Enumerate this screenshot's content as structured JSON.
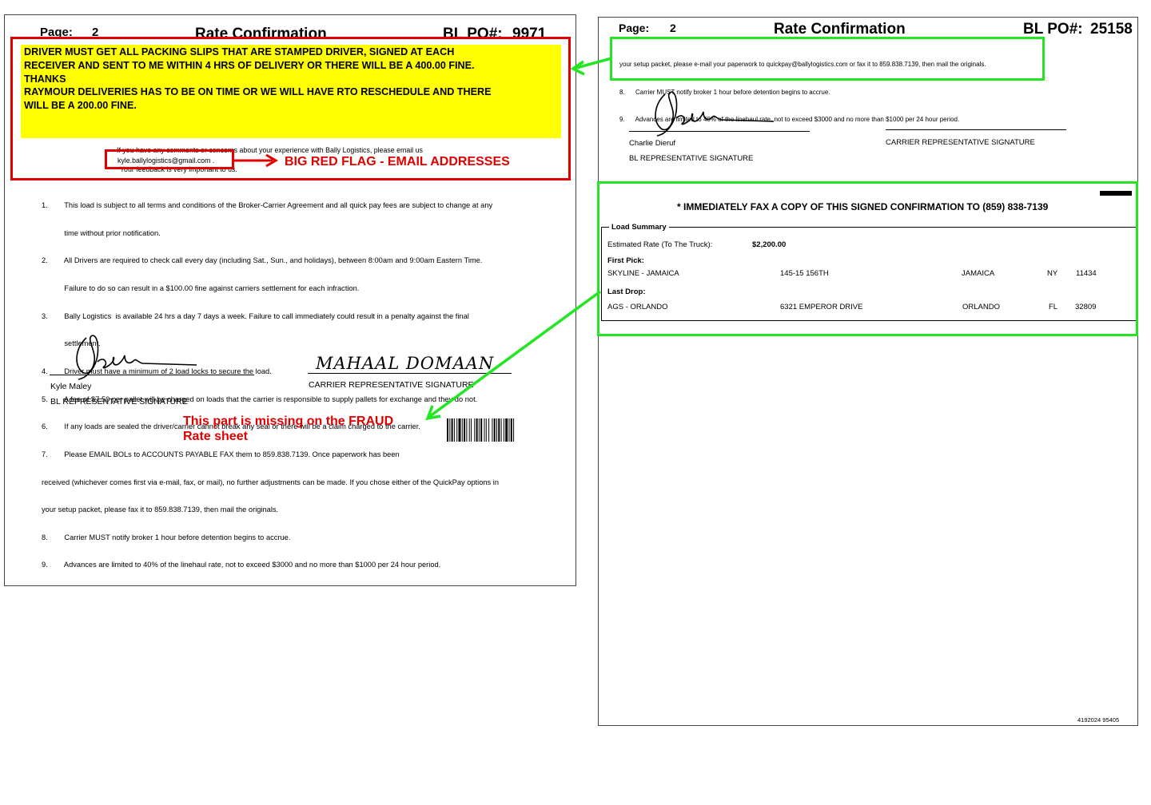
{
  "left_page": {
    "page_label": "Page:",
    "page_number": "2",
    "title": "Rate Confirmation",
    "bl_po_label": "BL PO#:",
    "bl_po_number": "9971",
    "notice_lines": [
      "DRIVER MUST GET ALL PACKING SLIPS THAT ARE STAMPED DRIVER, SIGNED AT EACH",
      "RECEIVER AND SENT TO ME WITHIN 4 HRS OF DELIVERY OR THERE WILL BE A 400.00 FINE.",
      "THANKS",
      "RAYMOUR DELIVERIES HAS TO BE ON TIME OR WE WILL HAVE RTO RESCHEDULE AND THERE",
      "WILL BE A 200.00 FINE."
    ],
    "comments_line": "If you have any comments or concerns about your experience with Bally Logistics, please email us",
    "email": "kyle.ballylogistics@gmail.com .",
    "feedback_line": "Your feedback is very important to us.",
    "terms": [
      "1.        This load is subject to all terms and conditions of the Broker-Carrier Agreement and all quick pay fees are subject to change at any",
      "           time without prior notification.",
      "2.        All Drivers are required to check call every day (including Sat., Sun., and holidays), between 8:00am and 9:00am Eastern Time.",
      "           Failure to do so can result in a $100.00 fine against carriers settlement for each infraction.",
      "3.        Bally Logistics  is available 24 hrs a day 7 days a week. Failure to call immediately could result in a penalty against the final",
      "           settlement.",
      "4.        Driver must have a minimum of 2 load locks to secure the load.",
      "5.        A fee of $7.50 per pallet will be charged on loads that the carrier is responsible to supply pallets for exchange and they do not.",
      "6.        If any loads are sealed the driver/carrier cannot break any seal or there will be a claim charged to the carrier.",
      "7.        Please EMAIL BOLs to ACCOUNTS PAYABLE FAX them to 859.838.7139. Once paperwork has been",
      "received (whichever comes first via e-mail, fax, or mail), no further adjustments can be made. If you chose either of the QuickPay options in",
      "your setup packet, please fax it to 859.838.7139, then mail the originals.",
      "8.        Carrier MUST notify broker 1 hour before detention begins to accrue.",
      "9.        Advances are limited to 40% of the linehaul rate, not to exceed $3000 and no more than $1000 per 24 hour period."
    ],
    "bl_rep_name": "Kyle Maley",
    "bl_rep_label": "BL REPRESENTATIVE SIGNATURE",
    "carrier_signature_text": "MAHAAL DOMAAN",
    "carrier_rep_label": "CARRIER REPRESENTATIVE SIGNATURE"
  },
  "right_page": {
    "page_label": "Page:",
    "page_number": "2",
    "title": "Rate Confirmation",
    "bl_po_label": "BL PO#:",
    "bl_po_number": "25158",
    "top_lines": [
      "your setup packet, please e-mail your paperwork to quickpay@ballylogistics.com or fax it to 859.838.7139, then mail the originals.",
      "8.      Carrier MUST notify broker 1 hour before detention begins to accrue.",
      "9.      Advances are limited to 40% of the linehaul rate, not to exceed $3000 and no more than $1000 per 24 hour period."
    ],
    "bl_rep_name": "Charlie Dieruf",
    "bl_rep_label": "BL REPRESENTATIVE SIGNATURE",
    "carrier_rep_label": "CARRIER REPRESENTATIVE SIGNATURE",
    "fax_notice": "* IMMEDIATELY FAX A COPY OF THIS SIGNED CONFIRMATION TO (859) 838-7139",
    "load_summary_label": "Load Summary",
    "estimated_rate_label": "Estimated Rate (To The Truck):",
    "estimated_rate_value": "$2,200.00",
    "first_pick_label": "First Pick:",
    "first_pick": {
      "name": "SKYLINE - JAMAICA",
      "address": "145-15 156TH",
      "city": "JAMAICA",
      "state": "NY",
      "zip": "11434"
    },
    "last_drop_label": "Last Drop:",
    "last_drop": {
      "name": "AGS - ORLANDO",
      "address": "6321 EMPEROR DRIVE",
      "city": "ORLANDO",
      "state": "FL",
      "zip": "32809"
    },
    "footer_code": "4192024 95405"
  },
  "annotations": {
    "red_flag": "BIG RED FLAG - EMAIL ADDRESSES",
    "missing_part_line1": "This part is missing on the FRAUD",
    "missing_part_line2": "Rate sheet",
    "red_color": "#e00000",
    "green_color": "#22e622",
    "highlight_color": "#ffff00"
  }
}
